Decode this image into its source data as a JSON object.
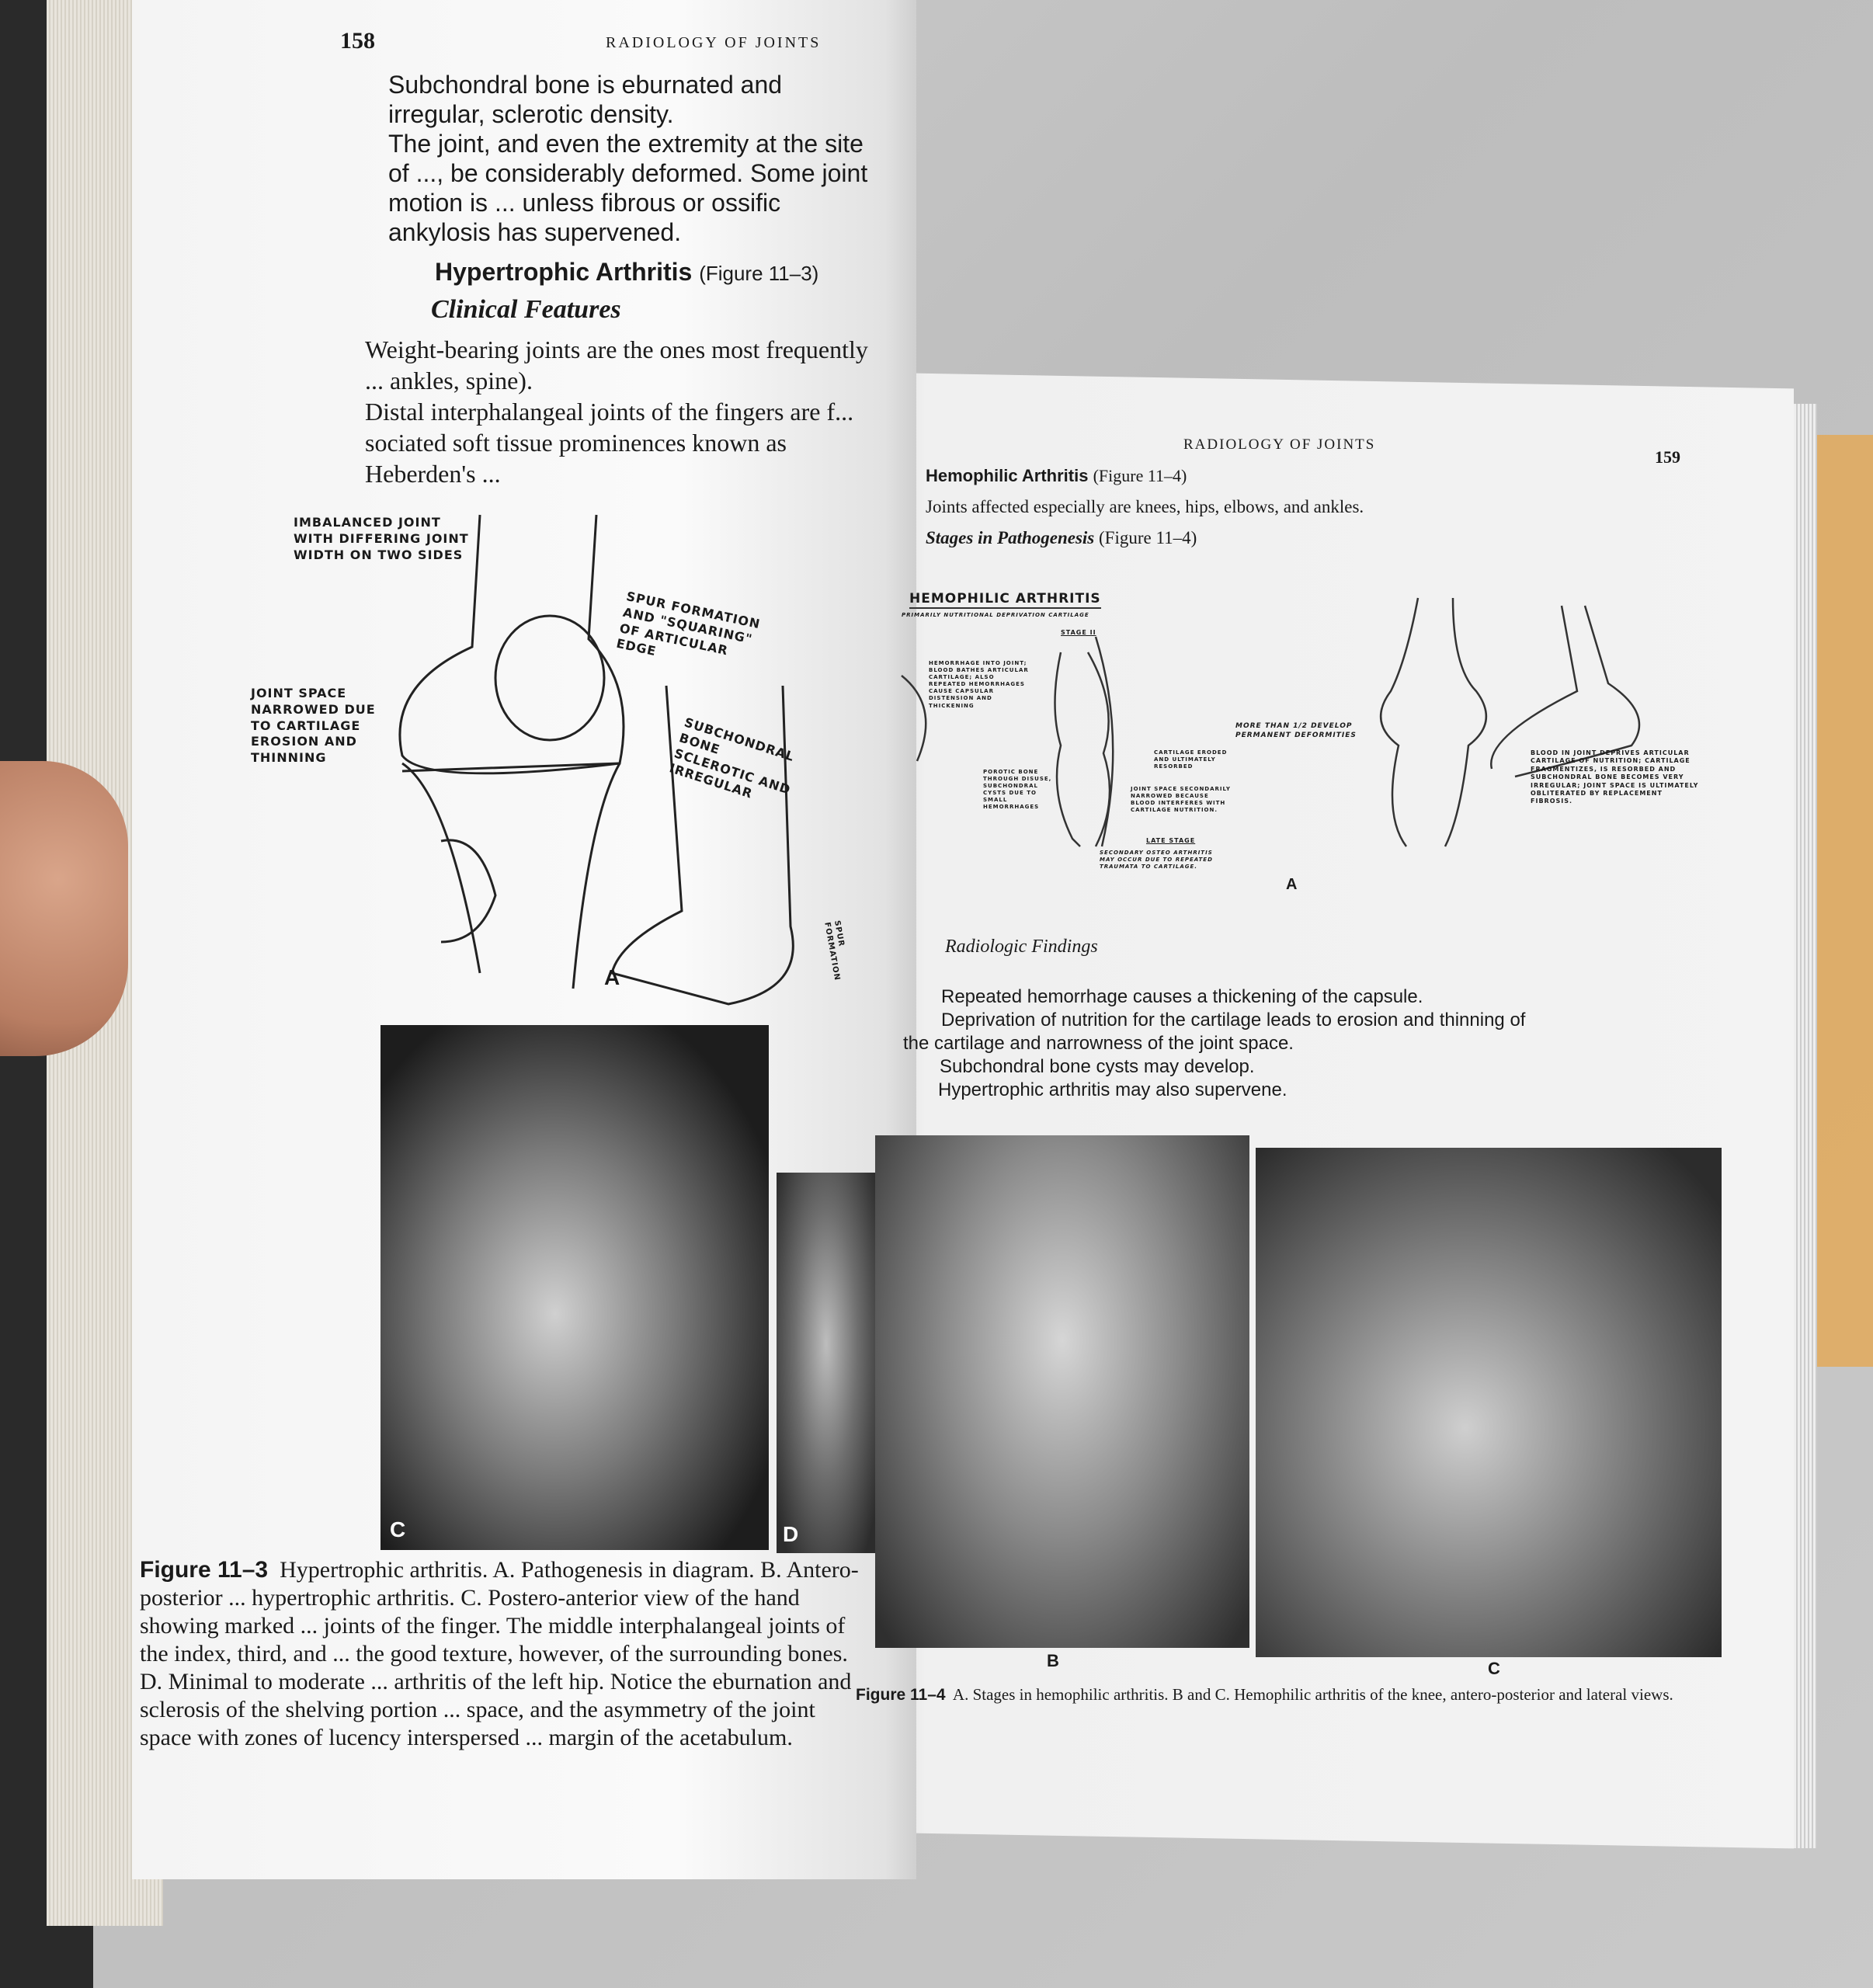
{
  "left_page": {
    "page_number": "158",
    "running_head": "RADIOLOGY OF JOINTS",
    "para1": "Subchondral bone is eburnated and irregular, sclerotic density.",
    "para2": "The joint, and even the extremity at the site of ..., be considerably deformed. Some joint motion is ... unless fibrous or ossific ankylosis has supervened.",
    "heading": "Hypertrophic Arthritis",
    "heading_ref": "(Figure 11–3)",
    "subheading": "Clinical Features",
    "para3": "Weight-bearing joints are the ones most frequently ... ankles, spine).",
    "para4": "Distal interphalangeal joints of the fingers are f... sociated soft tissue prominences known as Heberden's ...",
    "diagram_labels": [
      "IMBALANCED JOINT WITH DIFFERING JOINT WIDTH ON TWO SIDES",
      "JOINT SPACE NARROWED DUE TO CARTILAGE EROSION AND THINNING",
      "SPUR FORMATION AND \"SQUARING\" OF ARTICULAR EDGE",
      "SUBCHONDRAL BONE SCLEROTIC AND IRREGULAR",
      "SPUR FORMATION"
    ],
    "panel_a": "A",
    "panel_c": "C",
    "panel_d": "D",
    "caption_label": "Figure 11–3",
    "caption": "Hypertrophic arthritis. A. Pathogenesis in diagram. B. Antero-posterior ... hypertrophic arthritis. C. Postero-anterior view of the hand showing marked ... joints of the finger. The middle interphalangeal joints of the index, third, and ... the good texture, however, of the surrounding bones. D. Minimal to moderate ... arthritis of the left hip. Notice the eburnation and sclerosis of the shelving portion ... space, and the asymmetry of the joint space with zones of lucency interspersed ... margin of the acetabulum."
  },
  "right_page": {
    "running_head": "RADIOLOGY OF JOINTS",
    "page_number": "159",
    "heading": "Hemophilic Arthritis",
    "heading_ref": "(Figure 11–4)",
    "intro": "Joints affected especially are knees, hips, elbows, and ankles.",
    "subheading": "Stages in Pathogenesis",
    "subheading_ref": "(Figure 11–4)",
    "diagram": {
      "title": "HEMOPHILIC ARTHRITIS",
      "subtitle": "PRIMARILY NUTRITIONAL DEPRIVATION    CARTILAGE",
      "stage": "STAGE II",
      "note1": "HEMORRHAGE INTO JOINT; BLOOD BATHES ARTICULAR CARTILAGE; ALSO REPEATED HEMORRHAGES CAUSE CAPSULAR DISTENSION AND THICKENING",
      "note2": "POROTIC BONE THROUGH DISUSE, SUBCHONDRAL CYSTS DUE TO SMALL HEMORRHAGES",
      "note3": "CARTILAGE ERODED AND ULTIMATELY RESORBED",
      "note4": "JOINT SPACE SECONDARILY NARROWED BECAUSE BLOOD INTERFERES WITH CARTILAGE NUTRITION.",
      "note5": "LATE STAGE",
      "note6": "SECONDARY OSTEO ARTHRITIS MAY OCCUR DUE TO REPEATED TRAUMATA TO CARTILAGE.",
      "note7": "MORE THAN 1/2 DEVELOP PERMANENT DEFORMITIES",
      "note8": "BLOOD IN JOINT DEPRIVES ARTICULAR CARTILAGE OF NUTRITION; CARTILAGE FRAGMENTIZES, IS RESORBED AND SUBCHONDRAL BONE BECOMES VERY IRREGULAR; JOINT SPACE IS ULTIMATELY OBLITERATED BY REPLACEMENT FIBROSIS.",
      "panel": "A"
    },
    "findings_heading": "Radiologic Findings",
    "findings": [
      "Repeated hemorrhage causes a thickening of the capsule.",
      "Deprivation of nutrition for the cartilage leads to erosion and thinning of",
      "the cartilage and narrowness of the joint space.",
      "Subchondral bone cysts may develop.",
      "Hypertrophic arthritis may also supervene."
    ],
    "panel_b": "B",
    "panel_c": "C",
    "caption_label": "Figure 11–4",
    "caption": "A. Stages in hemophilic arthritis. B and C. Hemophilic arthritis of the knee, antero-posterior and lateral views."
  }
}
